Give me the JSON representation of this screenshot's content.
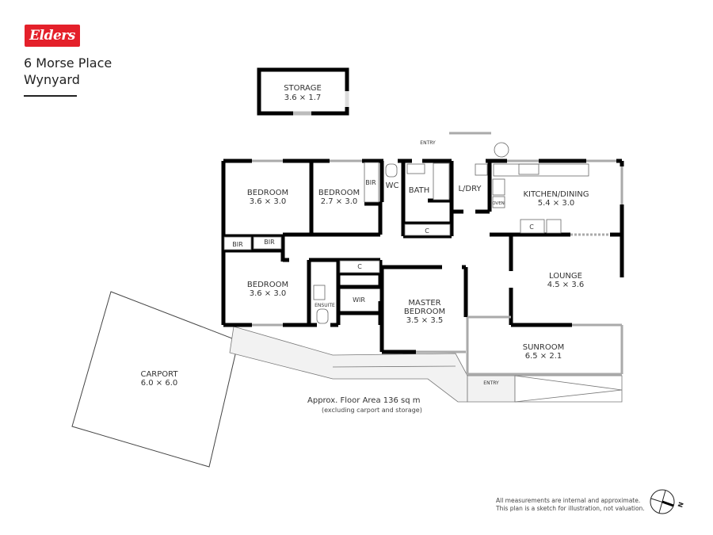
{
  "brand": {
    "logo_text": "Elders",
    "logo_color": "#e4202a"
  },
  "header": {
    "address_line1": "6 Morse Place",
    "address_line2": "Wynyard"
  },
  "rooms": [
    {
      "id": "storage",
      "name": "STORAGE",
      "dims": "3.6 × 1.7"
    },
    {
      "id": "bedroom-1",
      "name": "BEDROOM",
      "dims": "3.6 × 3.0"
    },
    {
      "id": "bedroom-2",
      "name": "BEDROOM",
      "dims": "2.7 × 3.0"
    },
    {
      "id": "bedroom-3",
      "name": "BEDROOM",
      "dims": "3.6 × 3.0"
    },
    {
      "id": "master-bedroom",
      "name": "MASTER",
      "name2": "BEDROOM",
      "dims": "3.5 × 3.5"
    },
    {
      "id": "kitchen-dining",
      "name": "KITCHEN/DINING",
      "dims": "5.4 × 3.0"
    },
    {
      "id": "lounge",
      "name": "LOUNGE",
      "dims": "4.5 × 3.6"
    },
    {
      "id": "sunroom",
      "name": "SUNROOM",
      "dims": "6.5 × 2.1"
    },
    {
      "id": "carport",
      "name": "CARPORT",
      "dims": "6.0 × 6.0"
    }
  ],
  "small_labels": {
    "bir": "BIR",
    "wc": "WC",
    "bath": "BATH",
    "laundry": "L/DRY",
    "cupboard": "C",
    "oven": "OVEN",
    "ensuite": "ENSUITE",
    "wir": "WIR",
    "entry": "ENTRY"
  },
  "floor_area": {
    "line1": "Approx. Floor Area 136 sq m",
    "line2": "(excluding carport and storage)"
  },
  "disclaimer": {
    "line1": "All measurements are internal and approximate.",
    "line2": "This plan is a sketch for illustration, not valuation."
  },
  "compass": {
    "label": "N"
  }
}
